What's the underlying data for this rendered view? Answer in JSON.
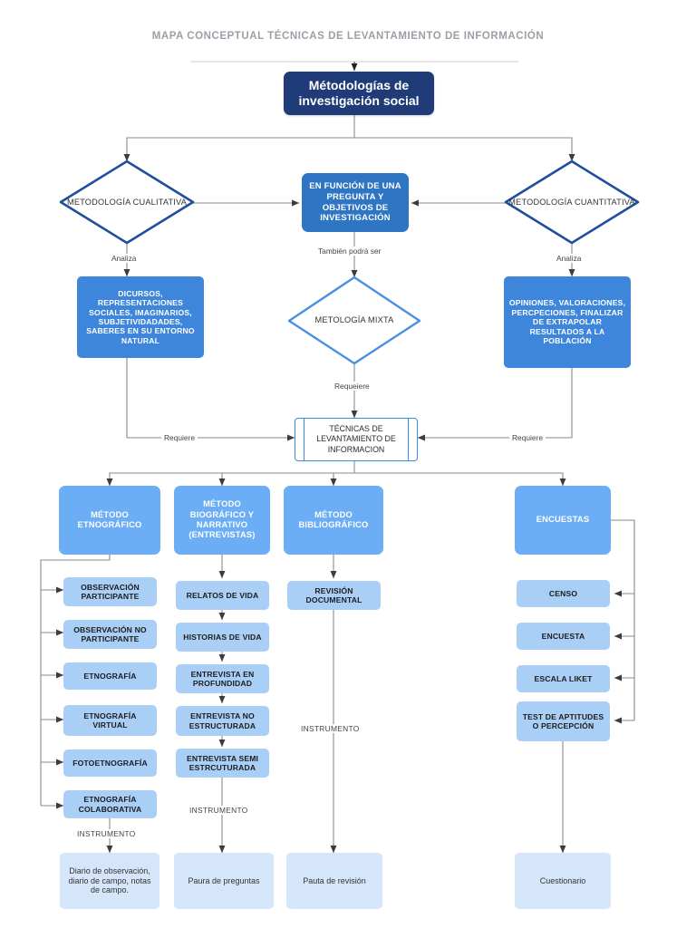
{
  "title": "MAPA CONCEPTUAL TÉCNICAS DE LEVANTAMIENTO DE INFORMACIÓN",
  "colors": {
    "navy": "#1F3C79",
    "blue": "#2E75C3",
    "blue_light": "#3E86DB",
    "method": "#6CAEF5",
    "sub": "#A9CFF7",
    "pale": "#D6E6FA",
    "diamond_border_dark": "#1F4E9C",
    "diamond_border_light": "#4A90E2",
    "process_border": "#3B8BEA",
    "edge": "#6b6b6b",
    "title_text": "#9aa0a6"
  },
  "root": {
    "label": "Métodologías de investigación social"
  },
  "diamonds": [
    {
      "id": "cualitativa",
      "label": "METODOLOGÍA CUALITATIVA"
    },
    {
      "id": "cuantitativa",
      "label": "METODOLOGÍA CUANTITATIVA"
    },
    {
      "id": "mixta",
      "label": "METOLOGÍA MIXTA"
    }
  ],
  "center": {
    "label": "EN FUNCIÓN DE UNA PREGUNTA Y OBJETIVOS DE INVESTIGACIÓN"
  },
  "analiza_left": {
    "label": "DICURSOS, REPRESENTACIONES SOCIALES, IMAGINARIOS, SUBJETIVIDADADES, SABERES EN SU ENTORNO NATURAL"
  },
  "analiza_right": {
    "label": "OPINIONES, VALORACIONES, PERCPECIONES, FINALIZAR DE EXTRAPOLAR RESULTADOS A LA POBLACIÓN"
  },
  "tecnicas": {
    "label": "TÉCNICAS DE LEVANTAMIENTO DE INFORMACION"
  },
  "edge_labels": {
    "analiza_left": "Analiza",
    "analiza_right": "Analiza",
    "tambien": "También podrá ser",
    "requeiere": "Requeiere",
    "requiere_left": "Requiere",
    "requiere_right": "Requiere",
    "instrumento_etno": "INSTRUMENTO",
    "instrumento_bio": "INSTRUMENTO",
    "instrumento_bib": "INSTRUMENTO"
  },
  "methods": [
    {
      "id": "etnografico",
      "label": "MÉTODO ETNOGRÁFICO"
    },
    {
      "id": "biografico",
      "label": "MÉTODO BIOGRÁFICO Y NARRATIVO (ENTREVISTAS)"
    },
    {
      "id": "bibliografico",
      "label": "MÉTODO BIBLIOGRÁFICO"
    },
    {
      "id": "encuestas",
      "label": "ENCUESTAS"
    }
  ],
  "columns": {
    "etnografico": [
      {
        "label": "OBSERVACIÓN PARTICIPANTE"
      },
      {
        "label": "OBSERVACIÓN NO PARTICIPANTE"
      },
      {
        "label": "ETNOGRAFÍA"
      },
      {
        "label": "ETNOGRAFÍA VIRTUAL"
      },
      {
        "label": "FOTOETNOGRAFÍA"
      },
      {
        "label": "ETNOGRAFÍA COLABORATIVA"
      }
    ],
    "biografico": [
      {
        "label": "RELATOS DE VIDA"
      },
      {
        "label": "HISTORIAS DE VIDA"
      },
      {
        "label": "ENTREVISTA EN PROFUNDIDAD"
      },
      {
        "label": "ENTREVISTA NO ESTRUCTURADA"
      },
      {
        "label": "ENTREVISTA SEMI ESTRCUTURADA"
      }
    ],
    "bibliografico": [
      {
        "label": "REVISIÓN DOCUMENTAL"
      }
    ],
    "encuestas": [
      {
        "label": "CENSO"
      },
      {
        "label": "ENCUESTA"
      },
      {
        "label": "ESCALA LIKET"
      },
      {
        "label": "TEST DE APTITUDES O PERCEPCIÓN"
      }
    ]
  },
  "instruments": [
    {
      "id": "diario",
      "label": "Diario de observación, diario de campo, notas de campo."
    },
    {
      "id": "preguntas",
      "label": "Paura de preguntas"
    },
    {
      "id": "revision",
      "label": "Pauta de revisión"
    },
    {
      "id": "cuestionario",
      "label": "Cuestionario"
    }
  ]
}
